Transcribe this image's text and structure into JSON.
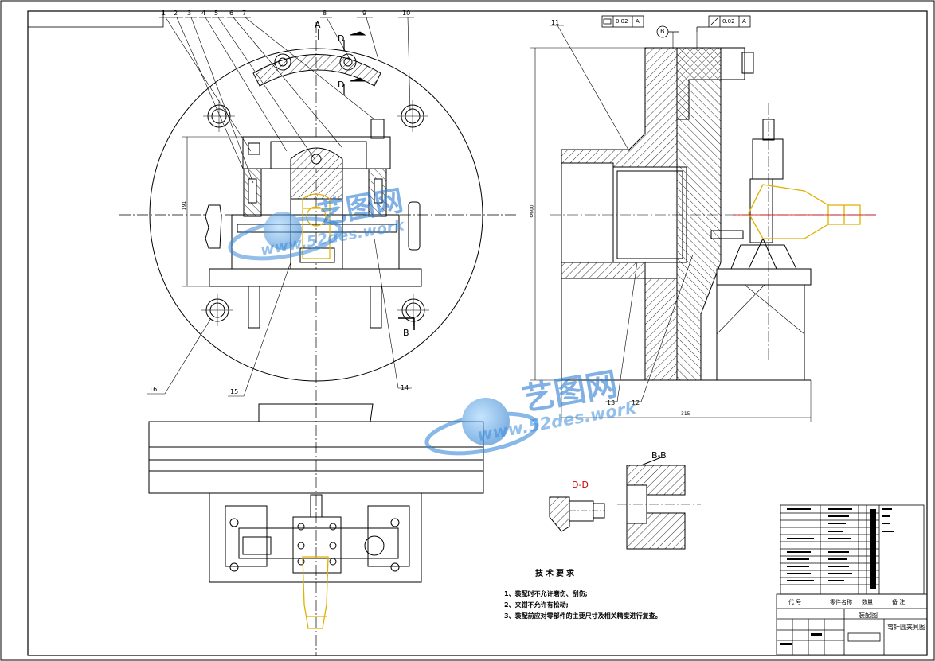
{
  "labels": {
    "callouts": [
      "1",
      "2",
      "3",
      "4",
      "5",
      "6",
      "7",
      "8",
      "9",
      "10",
      "11",
      "12",
      "13",
      "14",
      "15",
      "16"
    ],
    "section_a": "A",
    "section_b": "B",
    "section_d": "D",
    "view_dd": "D-D",
    "view_bb": "B-B",
    "datum_b": "B",
    "tol_flat_value": "0.02",
    "tol_flat_datum": "A",
    "tol_runout_value": "0.02",
    "tol_runout_datum": "A",
    "dim_height": "191",
    "dim_width": "315",
    "dim_diameter": "Φ600"
  },
  "tech": {
    "title": "技术要求",
    "req1": "1、装配时不允许磨伤、刮伤;",
    "req2": "2、夹钳不允许有松动;",
    "req3": "3、装配前应对零部件的主要尺寸及相关精度进行复查。"
  },
  "title_block": {
    "drawing_type": "装配图",
    "drawing_name": "弯针圆夹具图",
    "header_code": "代 号",
    "header_name": "零件名称",
    "header_qty": "数量",
    "header_note": "备 注"
  },
  "watermark": {
    "cn": "艺图网",
    "url": "www.52des.work"
  },
  "colors": {
    "line": "#000000",
    "part_yellow": "#e0b000",
    "dd_red": "#cc0000",
    "center_red": "#d00000",
    "watermark": "#3a8ad8"
  }
}
